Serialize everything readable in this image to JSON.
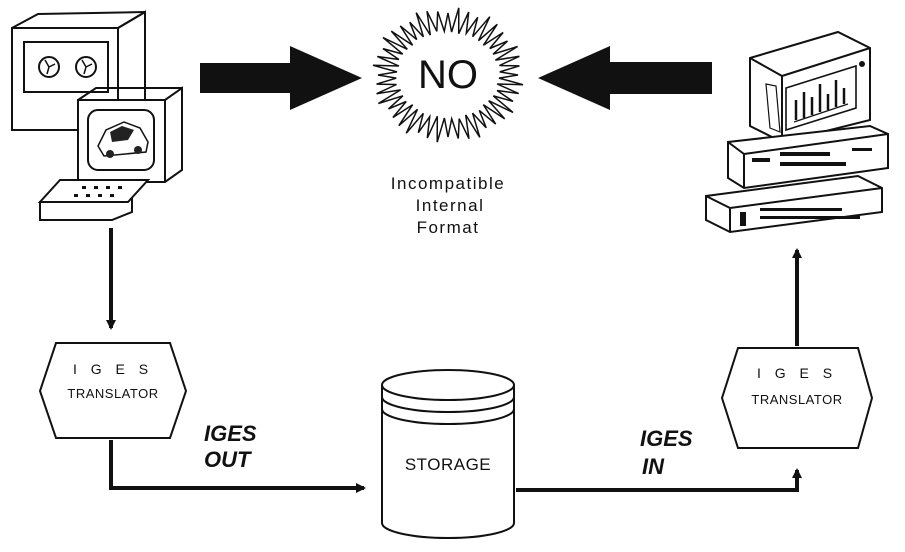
{
  "center": {
    "burst_text": "NO",
    "note_lines": [
      "Incompatible",
      "Internal",
      "Format"
    ]
  },
  "translator_left": {
    "line1": "I G E S",
    "line2": "TRANSLATOR"
  },
  "translator_right": {
    "line1": "I G E S",
    "line2": "TRANSLATOR"
  },
  "storage": {
    "label": "STORAGE"
  },
  "flow_out": {
    "line1": "IGES",
    "line2": "OUT"
  },
  "flow_in": {
    "line1": "IGES",
    "line2": "IN"
  },
  "icons": {
    "left_system": "cad-workstation-icon",
    "right_system": "desktop-computer-icon",
    "storage": "storage-cylinder-icon",
    "burst": "starburst-icon"
  }
}
